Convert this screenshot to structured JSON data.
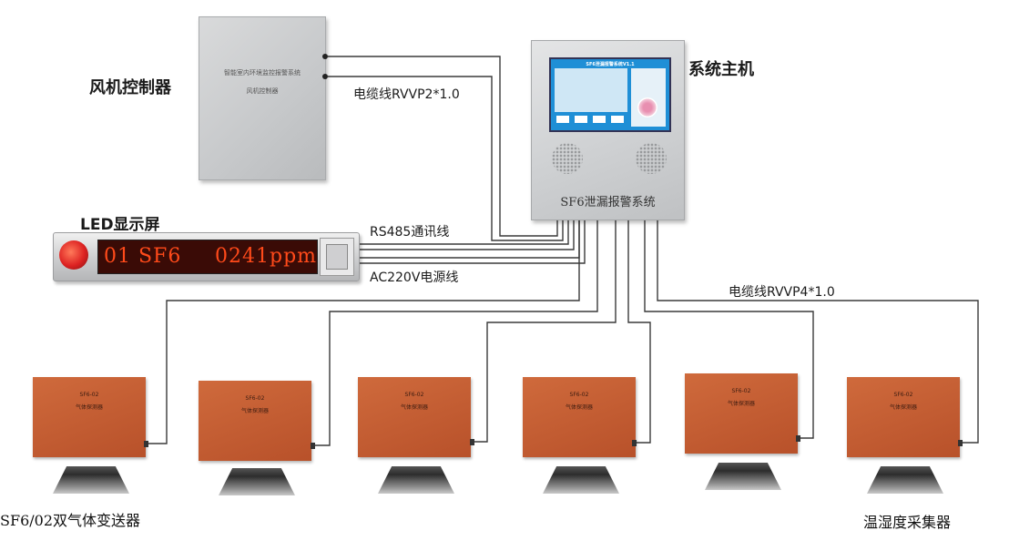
{
  "fan_controller": {
    "label": "风机控制器",
    "panel_line1": "智能室内环境监控报警系统",
    "panel_line2": "风机控制器"
  },
  "host": {
    "label": "系统主机",
    "screen_title": "SF6泄漏报警系统V1.1",
    "panel_text": "SF6泄漏报警系统"
  },
  "led_display": {
    "label": "LED显示屏",
    "text_left": "01 SF6",
    "text_right": "0241ppm"
  },
  "wires": {
    "fan_cable": "电缆线RVVP2*1.0",
    "rs485": "RS485通讯线",
    "power": "AC220V电源线",
    "detector_cable": "电缆线RVVP4*1.0"
  },
  "detectors": [
    {
      "line1": "SF6-02",
      "line2": "气体探测器"
    },
    {
      "line1": "SF6-02",
      "line2": "气体探测器"
    },
    {
      "line1": "SF6-02",
      "line2": "气体探测器"
    },
    {
      "line1": "SF6-02",
      "line2": "气体探测器"
    },
    {
      "line1": "SF6-02",
      "line2": "气体探测器"
    },
    {
      "line1": "SF6-02",
      "line2": "气体探测器"
    }
  ],
  "bottom_labels": {
    "left": "SF6/02双气体变送器",
    "right": "温湿度采集器"
  },
  "colors": {
    "wire": "#3a3a3a",
    "detector": "#c65a2e",
    "screen": "#1f8fd6",
    "led_text": "#ff4a1a"
  }
}
